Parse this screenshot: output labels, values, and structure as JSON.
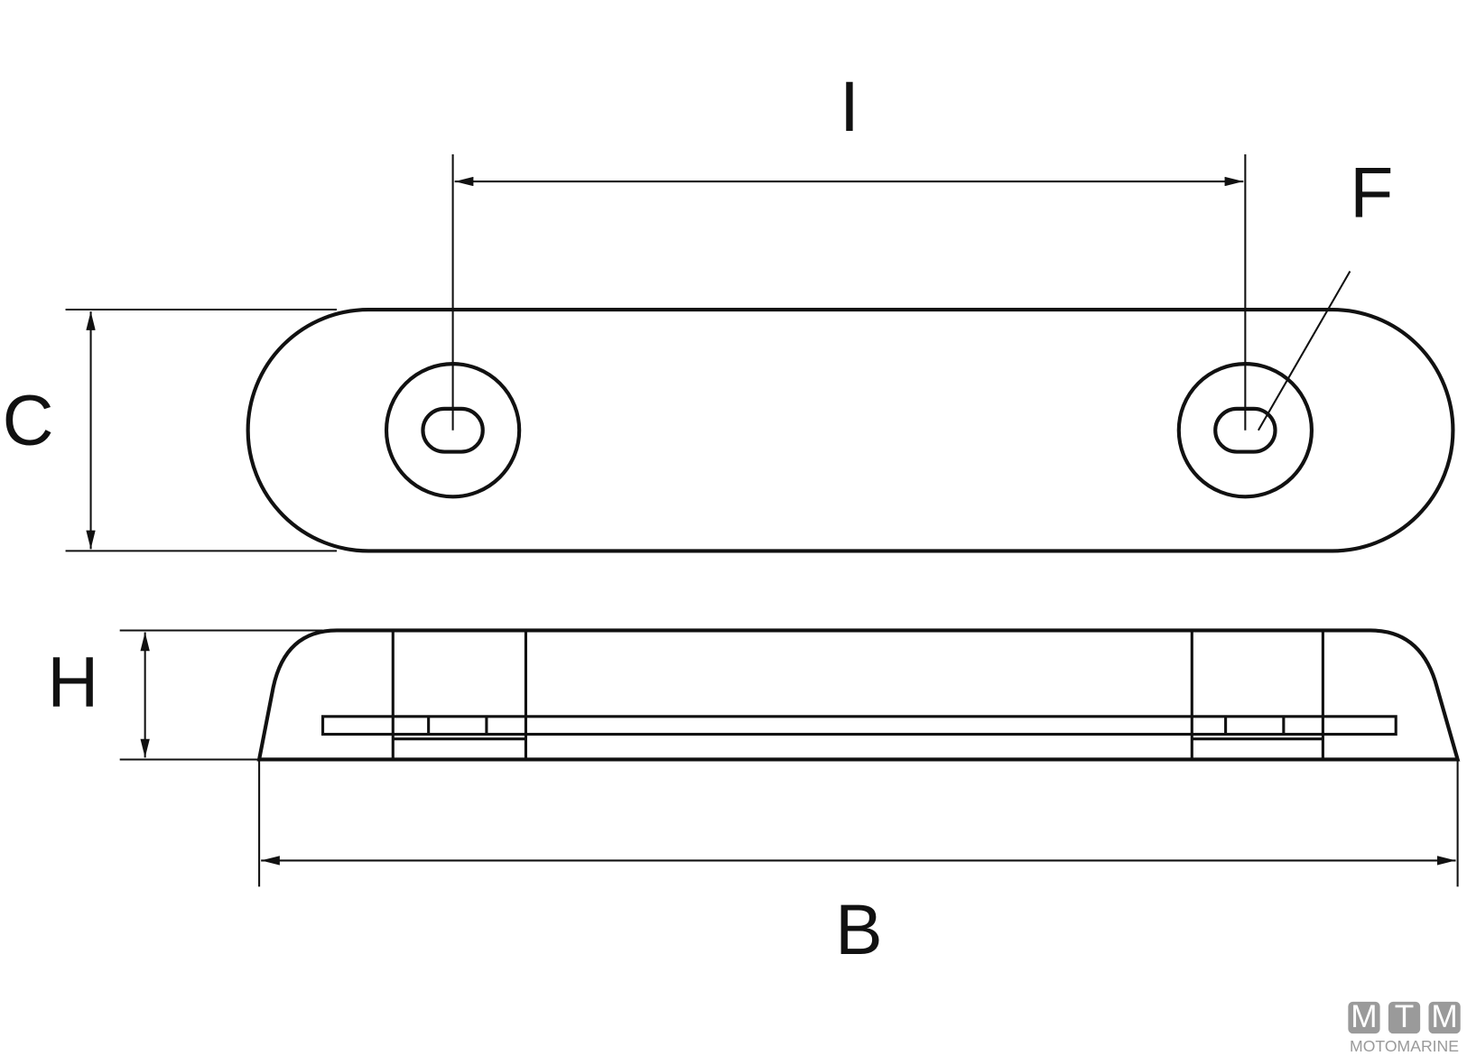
{
  "labels": {
    "I": "I",
    "F": "F",
    "C": "C",
    "H": "H",
    "B": "B"
  },
  "logo": {
    "letters": [
      "M",
      "T",
      "M"
    ],
    "name": "MOTOMARINE"
  },
  "colors": {
    "line": "#111111",
    "logo": "#9a9a9a"
  }
}
